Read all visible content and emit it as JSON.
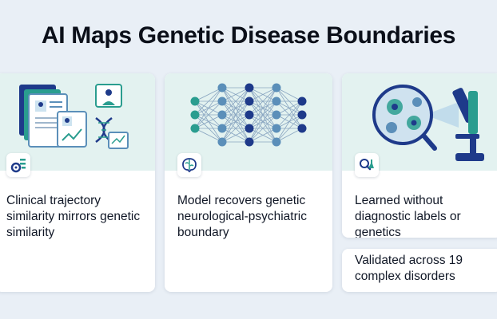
{
  "title": "AI Maps Genetic Disease Boundaries",
  "cards": [
    {
      "text": "Clinical trajectory similarity mirrors genetic similarity",
      "illustration": "medical-records-dna-illustration",
      "badge_icon": "gear-workflow-icon"
    },
    {
      "text": "Model recovers genetic neurological-psychiatric boundary",
      "illustration": "neural-network-illustration",
      "badge_icon": "brain-icon"
    },
    {
      "text": "Learned without diagnostic labels or genetics",
      "illustration": "microscope-cells-illustration",
      "badge_icon": "magnifier-flask-icon"
    },
    {
      "text": "Validated across 19 complex disorders"
    }
  ],
  "colors": {
    "background": "#e9eff6",
    "card_top": "#e3f2f0",
    "accent_teal": "#2a9d8f",
    "accent_navy": "#1e3a8a"
  }
}
